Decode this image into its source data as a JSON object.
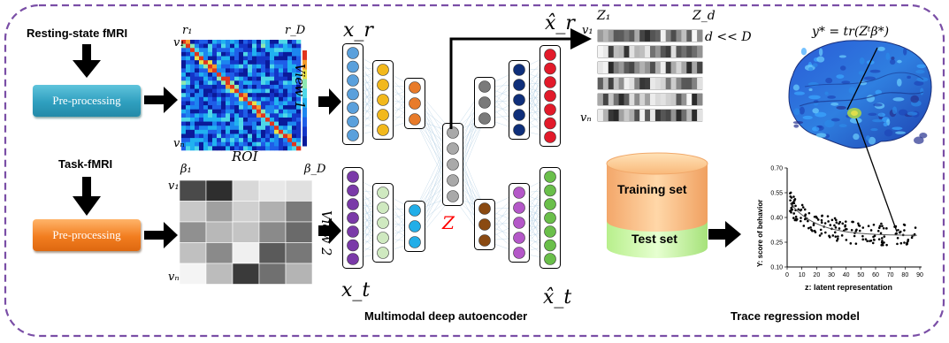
{
  "resting_label": "Resting-state  fMRI",
  "task_label": "Task-fMRI",
  "preprocessing_label": "Pre-processing",
  "roi_matrix": {
    "row_first": "v₁",
    "row_last": "vₙ",
    "col_first": "r₁",
    "col_last": "r_D",
    "axis_label": "ROI",
    "view_label": "View 1"
  },
  "task_matrix": {
    "row_first": "v₁",
    "row_last": "vₙ",
    "col_first": "β₁",
    "col_last": "β_D",
    "view_label": "View 2"
  },
  "autoencoder": {
    "input_r": "x_r",
    "input_t": "x_t",
    "output_r": "x̂_r",
    "output_t": "x̂_t",
    "latent": "Z",
    "caption": "Multimodal deep autoencoder"
  },
  "latent_matrix": {
    "col_first": "Z₁",
    "col_last": "Z_d",
    "row_first": "v₁",
    "row_last": "vₙ",
    "constraint": "d << D"
  },
  "training_set_label": "Training set",
  "test_set_label": "Test set",
  "trace_formula": "y* = tr(Zᵗβ*)",
  "scatter": {
    "y_ticks": [
      "0.10",
      "0.25",
      "0.40",
      "0.55",
      "0.70"
    ],
    "x_ticks": [
      "0",
      "10",
      "20",
      "30",
      "40",
      "50",
      "60",
      "70",
      "80",
      "90"
    ],
    "ylabel": "Y: score of behavior",
    "xlabel": "z: latent representation"
  },
  "regression_caption": "Trace regression model",
  "colors": {
    "frame": "#7a4ea6",
    "preprocess_blue": "#2f9fbf",
    "preprocess_orange": "#f27d1f",
    "latent_label": "#ff0000"
  }
}
